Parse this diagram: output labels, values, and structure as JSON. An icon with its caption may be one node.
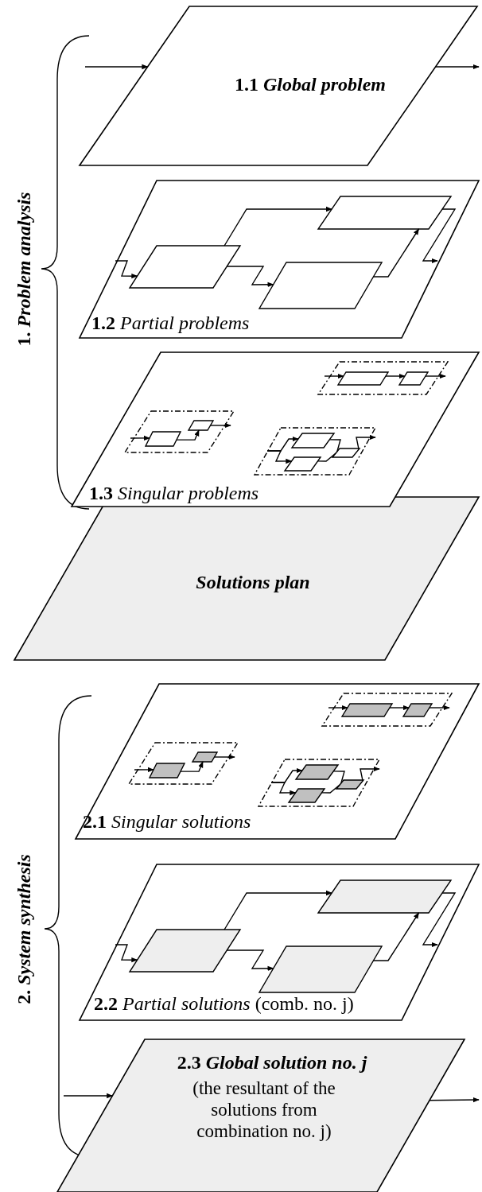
{
  "diagram": {
    "nodes": [
      {
        "text": [
          "1.1 *Global problem*"
        ]
      },
      {
        "text": [
          "**1.2** *Partial problems*"
        ]
      },
      {
        "text": [],
        "shape": "parallelogram",
        "in": 1
      },
      {
        "text": [],
        "shape": "parallelogram",
        "in": 1
      },
      {
        "text": [],
        "shape": "parallelogram",
        "in": 1
      },
      {
        "text": [
          "**1.3** *Singular problems*"
        ]
      },
      {
        "text": [],
        "shape": "parallelogram",
        "in": 5
      },
      {
        "text": [],
        "shape": "parallelogram",
        "in": 6
      },
      {
        "text": [],
        "shape": "parallelogram",
        "in": 6
      },
      {
        "text": [],
        "shape": "parallelogram",
        "in": 5
      },
      {
        "text": [],
        "shape": "parallelogram",
        "in": 9
      },
      {
        "text": [],
        "shape": "parallelogram",
        "in": 9
      },
      {
        "text": [],
        "shape": "parallelogram",
        "in": 9
      },
      {
        "text": [],
        "shape": "parallelogram",
        "in": 5
      },
      {
        "text": [],
        "shape": "parallelogram",
        "in": 13
      },
      {
        "text": [],
        "shape": "parallelogram",
        "in": 13
      },
      {
        "text": [
          "Solutions plan"
        ]
      },
      {
        "text": [
          "**2.1** *Singular solutions*"
        ]
      },
      {
        "text": [],
        "shape": "parallelogram",
        "in": 17
      },
      {
        "text": [],
        "shape": "parallelogram",
        "in": 18
      },
      {
        "text": [],
        "shape": "parallelogram",
        "in": 18
      },
      {
        "text": [],
        "shape": "parallelogram",
        "in": 17
      },
      {
        "text": [],
        "shape": "parallelogram",
        "in": 21
      },
      {
        "text": [],
        "shape": "parallelogram",
        "in": 21
      },
      {
        "text": [],
        "shape": "parallelogram",
        "in": 21
      },
      {
        "text": [],
        "shape": "parallelogram",
        "in": 17
      },
      {
        "text": [],
        "shape": "parallelogram",
        "in": 25
      },
      {
        "text": [],
        "shape": "parallelogram",
        "in": 25
      },
      {
        "text": [
          "**2.2** *Partial solutions* (comb. no. j)"
        ]
      },
      {
        "text": [],
        "shape": "parallelogram",
        "in": 28
      },
      {
        "text": [],
        "shape": "parallelogram",
        "in": 28
      },
      {
        "text": [],
        "shape": "parallelogram",
        "in": 28
      },
      {
        "text": [
          "2.3 *Global solution no. j*",
          "(the resultant of the solutions from combination no. j)"
        ]
      }
    ],
    "edges": [
      {
        "from": null,
        "to": 0,
        "arrow": "to"
      },
      {
        "from": 0,
        "to": null,
        "arrow": "to"
      },
      {
        "from": null,
        "to": 2,
        "arrow": "to"
      },
      {
        "from": 2,
        "to": 4,
        "arrow": "to"
      },
      {
        "from": 2,
        "to": 3,
        "arrow": "to"
      },
      {
        "from": 3,
        "to": 4,
        "arrow": "to"
      },
      {
        "from": 4,
        "to": null,
        "arrow": "to"
      },
      {
        "from": null,
        "to": 7,
        "arrow": "to"
      },
      {
        "from": 7,
        "to": 8,
        "arrow": "to"
      },
      {
        "from": 8,
        "to": null,
        "arrow": "to"
      },
      {
        "from": null,
        "to": 10,
        "arrow": "to"
      },
      {
        "from": null,
        "to": 11,
        "arrow": "to"
      },
      {
        "from": 10,
        "to": 12,
        "arrow": "none"
      },
      {
        "from": 11,
        "to": 12,
        "arrow": "none"
      },
      {
        "from": 12,
        "to": null,
        "arrow": "to"
      },
      {
        "from": null,
        "to": 14,
        "arrow": "to"
      },
      {
        "from": 14,
        "to": 15,
        "arrow": "to"
      },
      {
        "from": 15,
        "to": null,
        "arrow": "to"
      },
      {
        "from": null,
        "to": 19,
        "arrow": "to"
      },
      {
        "from": 19,
        "to": 20,
        "arrow": "to"
      },
      {
        "from": 20,
        "to": null,
        "arrow": "to"
      },
      {
        "from": null,
        "to": 22,
        "arrow": "to"
      },
      {
        "from": null,
        "to": 23,
        "arrow": "to"
      },
      {
        "from": 22,
        "to": 24,
        "arrow": "none"
      },
      {
        "from": 23,
        "to": 24,
        "arrow": "none"
      },
      {
        "from": 24,
        "to": null,
        "arrow": "to"
      },
      {
        "from": null,
        "to": 26,
        "arrow": "to"
      },
      {
        "from": 26,
        "to": 27,
        "arrow": "to"
      },
      {
        "from": 27,
        "to": null,
        "arrow": "to"
      },
      {
        "from": null,
        "to": 29,
        "arrow": "to"
      },
      {
        "from": 29,
        "to": 31,
        "arrow": "to"
      },
      {
        "from": 29,
        "to": 30,
        "arrow": "to"
      },
      {
        "from": 30,
        "to": 31,
        "arrow": "to"
      },
      {
        "from": 31,
        "to": null,
        "arrow": "to"
      },
      {
        "from": null,
        "to": 32,
        "arrow": "to"
      },
      {
        "from": 32,
        "to": null,
        "arrow": "to"
      }
    ],
    "labels": [
      "1. *Problem analysis*",
      "2. *System synthesis*"
    ]
  }
}
